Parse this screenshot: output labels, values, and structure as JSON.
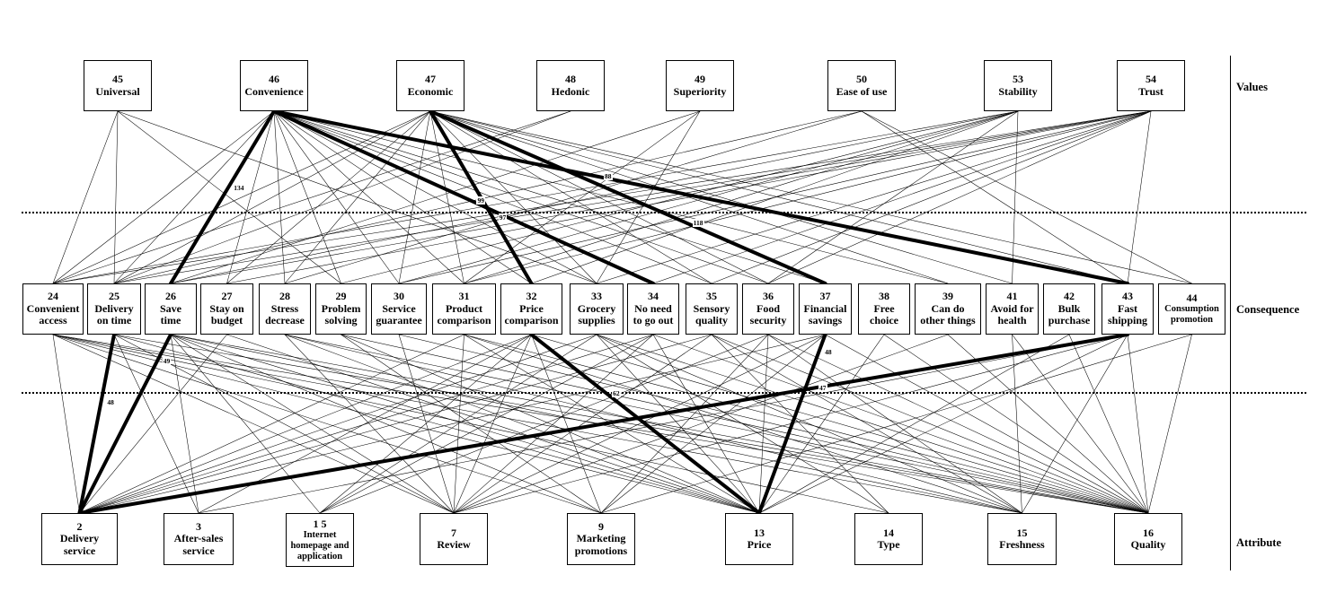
{
  "levels": {
    "values": "Values",
    "consequence": "Consequence",
    "attribute": "Attribute"
  },
  "values": [
    {
      "id": "45",
      "label": "Universal"
    },
    {
      "id": "46",
      "label": "Convenience"
    },
    {
      "id": "47",
      "label": "Economic"
    },
    {
      "id": "48",
      "label": "Hedonic"
    },
    {
      "id": "49",
      "label": "Superiority"
    },
    {
      "id": "50",
      "label": "Ease of use"
    },
    {
      "id": "53",
      "label": "Stability"
    },
    {
      "id": "54",
      "label": "Trust"
    }
  ],
  "consequences": [
    {
      "id": "24",
      "label": "Convenient\naccess"
    },
    {
      "id": "25",
      "label": "Delivery\non time"
    },
    {
      "id": "26",
      "label": "Save\ntime"
    },
    {
      "id": "27",
      "label": "Stay on\nbudget"
    },
    {
      "id": "28",
      "label": "Stress\ndecrease"
    },
    {
      "id": "29",
      "label": "Problem\nsolving"
    },
    {
      "id": "30",
      "label": "Service\nguarantee"
    },
    {
      "id": "31",
      "label": "Product\ncomparison"
    },
    {
      "id": "32",
      "label": "Price\ncomparison"
    },
    {
      "id": "33",
      "label": "Grocery\nsupplies"
    },
    {
      "id": "34",
      "label": "No need\nto go out"
    },
    {
      "id": "35",
      "label": "Sensory\nquality"
    },
    {
      "id": "36",
      "label": "Food\nsecurity"
    },
    {
      "id": "37",
      "label": "Financial\nsavings"
    },
    {
      "id": "38",
      "label": "Free\nchoice"
    },
    {
      "id": "39",
      "label": "Can do\nother things"
    },
    {
      "id": "41",
      "label": "Avoid for\nhealth"
    },
    {
      "id": "42",
      "label": "Bulk\npurchase"
    },
    {
      "id": "43",
      "label": "Fast\nshipping"
    },
    {
      "id": "44",
      "label": "Consumption\npromotion"
    }
  ],
  "attributes": [
    {
      "id": "2",
      "label": "Delivery\nservice"
    },
    {
      "id": "3",
      "label": "After-sales\nservice"
    },
    {
      "id": "1 5",
      "label": "Internet\nhomepage and\napplication"
    },
    {
      "id": "7",
      "label": "Review"
    },
    {
      "id": "9",
      "label": "Marketing\npromotions"
    },
    {
      "id": "13",
      "label": "Price"
    },
    {
      "id": "14",
      "label": "Type"
    },
    {
      "id": "15",
      "label": "Freshness"
    },
    {
      "id": "16",
      "label": "Quality"
    }
  ],
  "strong_links": [
    {
      "from": "46",
      "to": "26",
      "label": "134"
    },
    {
      "from": "46",
      "to": "43",
      "label": "88"
    },
    {
      "from": "46",
      "to": "34",
      "label": "99"
    },
    {
      "from": "47",
      "to": "32",
      "label": "97"
    },
    {
      "from": "47",
      "to": "37",
      "label": "118"
    },
    {
      "from": "25",
      "to": "2",
      "label": "48"
    },
    {
      "from": "26",
      "to": "2",
      "label": "49"
    },
    {
      "from": "43",
      "to": "2",
      "label": "47"
    },
    {
      "from": "32",
      "to": "13",
      "label": "62"
    },
    {
      "from": "37",
      "to": "13",
      "label": "48"
    }
  ],
  "weak_links": [
    [
      "45",
      "24"
    ],
    [
      "45",
      "29"
    ],
    [
      "45",
      "33"
    ],
    [
      "45",
      "25"
    ],
    [
      "46",
      "24"
    ],
    [
      "46",
      "25"
    ],
    [
      "46",
      "27"
    ],
    [
      "46",
      "28"
    ],
    [
      "46",
      "29"
    ],
    [
      "46",
      "30"
    ],
    [
      "46",
      "31"
    ],
    [
      "46",
      "32"
    ],
    [
      "46",
      "33"
    ],
    [
      "46",
      "35"
    ],
    [
      "46",
      "36"
    ],
    [
      "46",
      "37"
    ],
    [
      "46",
      "39"
    ],
    [
      "47",
      "24"
    ],
    [
      "47",
      "25"
    ],
    [
      "47",
      "27"
    ],
    [
      "47",
      "28"
    ],
    [
      "47",
      "30"
    ],
    [
      "47",
      "31"
    ],
    [
      "47",
      "33"
    ],
    [
      "47",
      "35"
    ],
    [
      "47",
      "36"
    ],
    [
      "47",
      "39"
    ],
    [
      "47",
      "41"
    ],
    [
      "47",
      "43"
    ],
    [
      "47",
      "44"
    ],
    [
      "48",
      "24"
    ],
    [
      "48",
      "25"
    ],
    [
      "49",
      "26"
    ],
    [
      "49",
      "31"
    ],
    [
      "49",
      "33"
    ],
    [
      "50",
      "25"
    ],
    [
      "50",
      "28"
    ],
    [
      "50",
      "43"
    ],
    [
      "50",
      "44"
    ],
    [
      "53",
      "24"
    ],
    [
      "53",
      "26"
    ],
    [
      "53",
      "30"
    ],
    [
      "53",
      "31"
    ],
    [
      "53",
      "32"
    ],
    [
      "53",
      "41"
    ],
    [
      "53",
      "29"
    ],
    [
      "53",
      "36"
    ],
    [
      "54",
      "24"
    ],
    [
      "54",
      "25"
    ],
    [
      "54",
      "26"
    ],
    [
      "54",
      "27"
    ],
    [
      "54",
      "30"
    ],
    [
      "54",
      "31"
    ],
    [
      "54",
      "33"
    ],
    [
      "54",
      "34"
    ],
    [
      "54",
      "36"
    ],
    [
      "54",
      "43"
    ],
    [
      "54",
      "35"
    ],
    [
      "24",
      "2"
    ],
    [
      "24",
      "7"
    ],
    [
      "24",
      "9"
    ],
    [
      "24",
      "13"
    ],
    [
      "24",
      "14"
    ],
    [
      "24",
      "15"
    ],
    [
      "24",
      "16"
    ],
    [
      "25",
      "3"
    ],
    [
      "25",
      "7"
    ],
    [
      "25",
      "13"
    ],
    [
      "25",
      "16"
    ],
    [
      "26",
      "3"
    ],
    [
      "26",
      "1 5"
    ],
    [
      "26",
      "7"
    ],
    [
      "26",
      "9"
    ],
    [
      "26",
      "13"
    ],
    [
      "26",
      "15"
    ],
    [
      "26",
      "16"
    ],
    [
      "27",
      "2"
    ],
    [
      "27",
      "13"
    ],
    [
      "28",
      "7"
    ],
    [
      "28",
      "13"
    ],
    [
      "28",
      "16"
    ],
    [
      "28",
      "15"
    ],
    [
      "29",
      "13"
    ],
    [
      "29",
      "16"
    ],
    [
      "29",
      "9"
    ],
    [
      "30",
      "7"
    ],
    [
      "30",
      "16"
    ],
    [
      "31",
      "2"
    ],
    [
      "31",
      "13"
    ],
    [
      "31",
      "15"
    ],
    [
      "31",
      "16"
    ],
    [
      "31",
      "7"
    ],
    [
      "32",
      "2"
    ],
    [
      "32",
      "3"
    ],
    [
      "32",
      "1 5"
    ],
    [
      "32",
      "7"
    ],
    [
      "32",
      "9"
    ],
    [
      "32",
      "16"
    ],
    [
      "33",
      "2"
    ],
    [
      "33",
      "1 5"
    ],
    [
      "33",
      "13"
    ],
    [
      "33",
      "14"
    ],
    [
      "33",
      "15"
    ],
    [
      "33",
      "16"
    ],
    [
      "34",
      "2"
    ],
    [
      "34",
      "1 5"
    ],
    [
      "34",
      "7"
    ],
    [
      "34",
      "13"
    ],
    [
      "34",
      "16"
    ],
    [
      "35",
      "2"
    ],
    [
      "35",
      "14"
    ],
    [
      "35",
      "15"
    ],
    [
      "35",
      "16"
    ],
    [
      "35",
      "7"
    ],
    [
      "36",
      "1 5"
    ],
    [
      "36",
      "13"
    ],
    [
      "36",
      "15"
    ],
    [
      "36",
      "16"
    ],
    [
      "36",
      "9"
    ],
    [
      "37",
      "2"
    ],
    [
      "37",
      "7"
    ],
    [
      "37",
      "9"
    ],
    [
      "37",
      "16"
    ],
    [
      "38",
      "13"
    ],
    [
      "38",
      "16"
    ],
    [
      "39",
      "7"
    ],
    [
      "39",
      "16"
    ],
    [
      "41",
      "15"
    ],
    [
      "41",
      "16"
    ],
    [
      "42",
      "13"
    ],
    [
      "42",
      "16"
    ],
    [
      "43",
      "7"
    ],
    [
      "43",
      "13"
    ],
    [
      "43",
      "15"
    ],
    [
      "43",
      "16"
    ],
    [
      "43",
      "3"
    ],
    [
      "44",
      "9"
    ],
    [
      "44",
      "16"
    ]
  ],
  "colors": {
    "line": "#000000",
    "background": "#ffffff"
  }
}
